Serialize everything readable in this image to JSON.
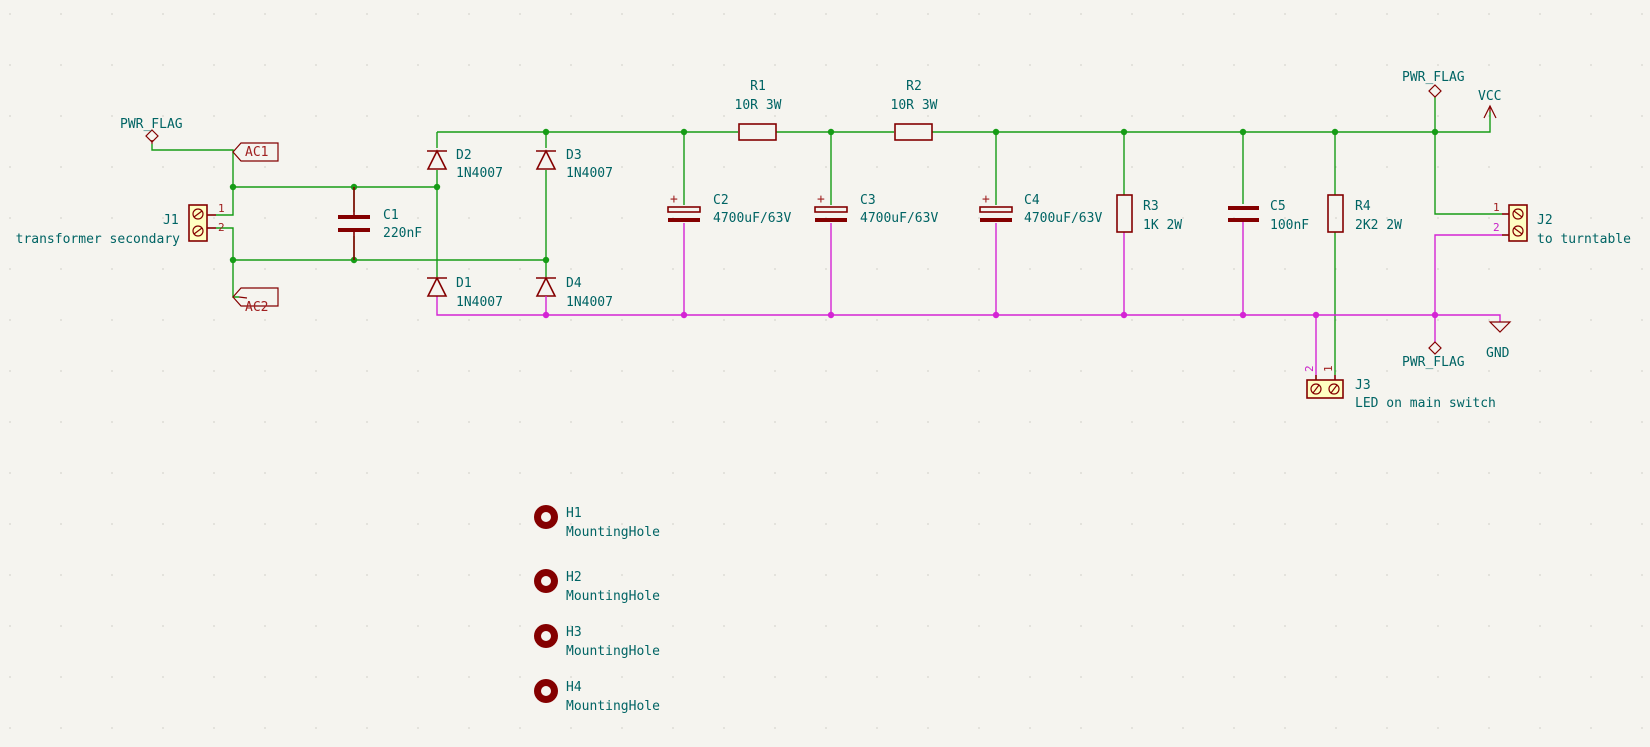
{
  "components": {
    "J1": {
      "ref": "J1",
      "value": "transformer secondary",
      "pin1": "1",
      "pin2": "2"
    },
    "J2": {
      "ref": "J2",
      "value": "to turntable",
      "pin1": "1",
      "pin2": "2"
    },
    "J3": {
      "ref": "J3",
      "value": "LED on main switch",
      "pin1": "1",
      "pin2": "2"
    },
    "C1": {
      "ref": "C1",
      "value": "220nF"
    },
    "C2": {
      "ref": "C2",
      "value": "4700uF/63V"
    },
    "C3": {
      "ref": "C3",
      "value": "4700uF/63V"
    },
    "C4": {
      "ref": "C4",
      "value": "4700uF/63V"
    },
    "C5": {
      "ref": "C5",
      "value": "100nF"
    },
    "D1": {
      "ref": "D1",
      "value": "1N4007"
    },
    "D2": {
      "ref": "D2",
      "value": "1N4007"
    },
    "D3": {
      "ref": "D3",
      "value": "1N4007"
    },
    "D4": {
      "ref": "D4",
      "value": "1N4007"
    },
    "R1": {
      "ref": "R1",
      "value": "10R 3W"
    },
    "R2": {
      "ref": "R2",
      "value": "10R 3W"
    },
    "R3": {
      "ref": "R3",
      "value": "1K 2W"
    },
    "R4": {
      "ref": "R4",
      "value": "2K2 2W"
    },
    "H1": {
      "ref": "H1",
      "value": "MountingHole"
    },
    "H2": {
      "ref": "H2",
      "value": "MountingHole"
    },
    "H3": {
      "ref": "H3",
      "value": "MountingHole"
    },
    "H4": {
      "ref": "H4",
      "value": "MountingHole"
    }
  },
  "labels": {
    "ac1": "AC1",
    "ac2": "AC2",
    "pwr_flag_ac": "PWR_FLAG",
    "pwr_flag_vcc": "PWR_FLAG",
    "pwr_flag_gnd": "PWR_FLAG",
    "vcc": "VCC",
    "gnd": "GND"
  },
  "colors": {
    "wire": "#169c16",
    "gnd_wire": "#d424d4",
    "symbol": "#840000",
    "text": "#006464",
    "background": "#f5f4ef"
  }
}
